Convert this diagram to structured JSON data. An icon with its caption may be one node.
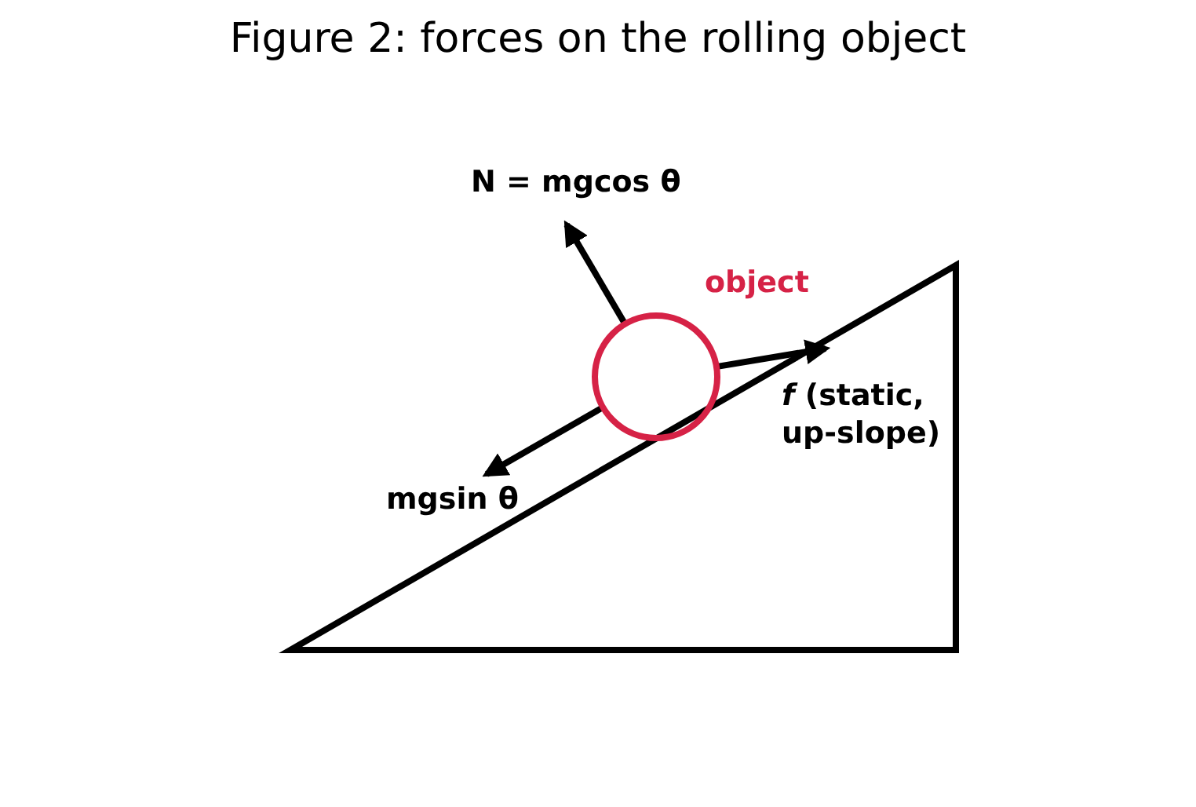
{
  "diagram": {
    "title": "Figure 2: forces on the rolling object",
    "nodes": [
      {
        "text": [
          "object"
        ]
      },
      {
        "text": [
          "N = mgcos θ"
        ]
      },
      {
        "text": [
          "mgsin θ"
        ]
      },
      {
        "text": [
          "*f* (static, up-slope)"
        ]
      }
    ],
    "edges": [
      {
        "from": 0,
        "to": 1,
        "arrow": "to"
      },
      {
        "from": 0,
        "to": 2,
        "arrow": "to"
      },
      {
        "from": 0,
        "to": 3,
        "arrow": "to"
      }
    ]
  }
}
